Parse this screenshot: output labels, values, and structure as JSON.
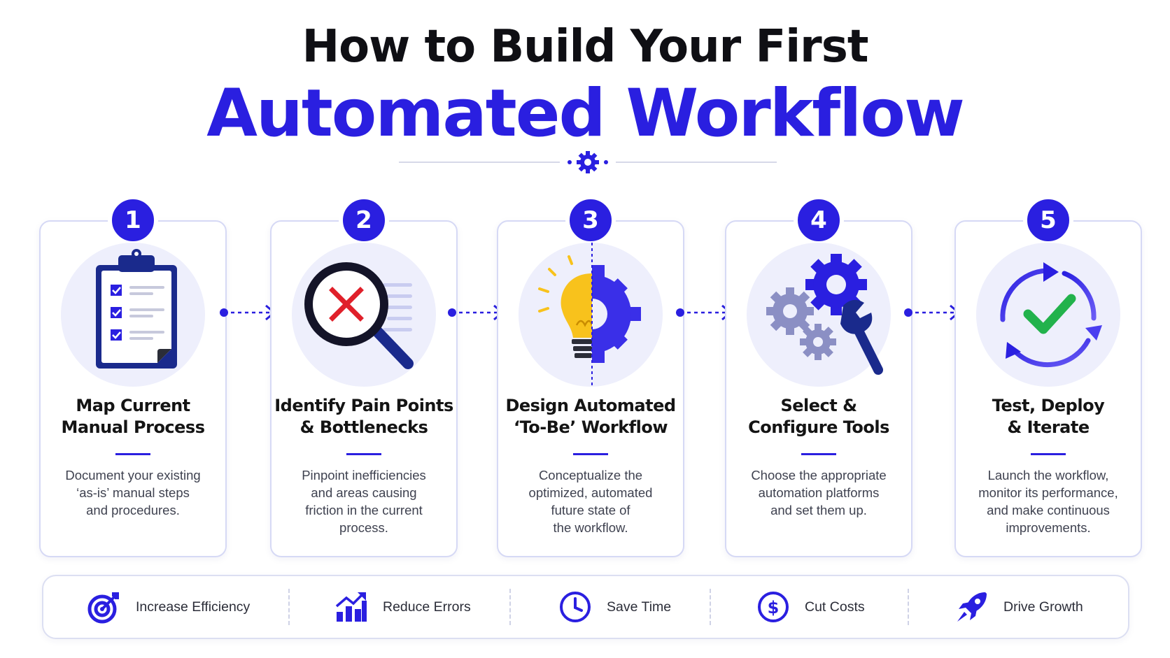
{
  "title": {
    "line1": "How to Build Your First",
    "line2": "Automated Workflow"
  },
  "colors": {
    "accent": "#2a1fe0",
    "text": "#141414",
    "muted": "#3f4250",
    "icon_bg": "#eeeffc",
    "check_green": "#22b24c",
    "error_red": "#e0202a",
    "bulb_yellow": "#f8c21c"
  },
  "steps": [
    {
      "number": "1",
      "title": "Map Current\nManual Process",
      "description": "Document your existing\n‘as-is’ manual steps\nand procedures.",
      "icon": "clipboard-checklist-icon"
    },
    {
      "number": "2",
      "title": "Identify Pain Points\n& Bottlenecks",
      "description": "Pinpoint inefficiencies\nand areas causing\nfriction in the current\nprocess.",
      "icon": "magnifier-error-icon"
    },
    {
      "number": "3",
      "title": "Design Automated\n‘To-Be’ Workflow",
      "description": "Conceptualize the\noptimized, automated\nfuture state of\nthe workflow.",
      "icon": "lightbulb-gear-icon"
    },
    {
      "number": "4",
      "title": "Select &\nConfigure Tools",
      "description": "Choose the appropriate\nautomation platforms\nand set them up.",
      "icon": "gears-wrench-icon"
    },
    {
      "number": "5",
      "title": "Test, Deploy\n& Iterate",
      "description": "Launch the workflow,\nmonitor its performance,\nand make continuous\nimprovements.",
      "icon": "cycle-check-icon"
    }
  ],
  "benefits": [
    {
      "label": "Increase Efficiency",
      "icon": "target-arrow-icon"
    },
    {
      "label": "Reduce Errors",
      "icon": "chart-up-icon"
    },
    {
      "label": "Save Time",
      "icon": "clock-icon"
    },
    {
      "label": "Cut Costs",
      "icon": "dollar-icon"
    },
    {
      "label": "Drive Growth",
      "icon": "rocket-icon"
    }
  ]
}
